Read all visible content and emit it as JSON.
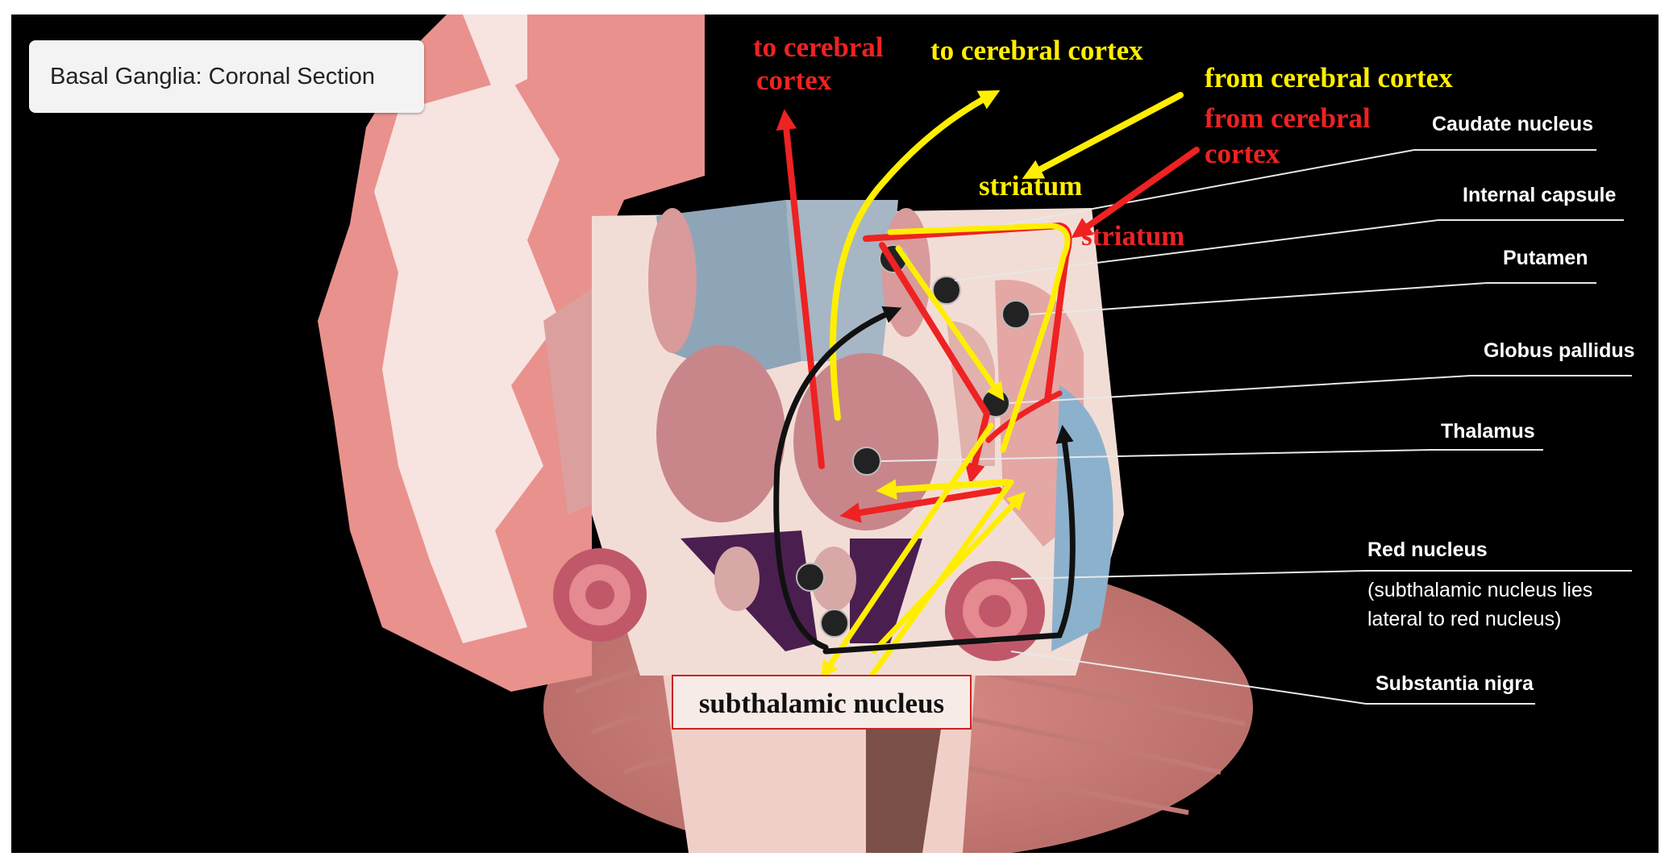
{
  "title": "Basal Ganglia: Coronal Section",
  "labels": {
    "caudate_nucleus": "Caudate nucleus",
    "internal_capsule": "Internal capsule",
    "putamen": "Putamen",
    "globus_pallidus": "Globus pallidus",
    "thalamus": "Thalamus",
    "red_nucleus": "Red nucleus",
    "red_nucleus_note_1": "(subthalamic nucleus lies",
    "red_nucleus_note_2": "lateral to red nucleus)",
    "substantia_nigra": "Substantia nigra"
  },
  "annotations": {
    "to_cortex_red_1": "to cerebral",
    "to_cortex_red_2": "cortex",
    "to_cortex_yellow": "to cerebral cortex",
    "from_cortex_yellow": "from cerebral cortex",
    "from_cortex_red_1": "from cerebral",
    "from_cortex_red_2": "cortex",
    "striatum_yellow": "striatum",
    "striatum_red": "striatum",
    "subthalamic_nucleus": "subthalamic nucleus"
  },
  "colors": {
    "background": "#000000",
    "direct_pathway": "#ee2222",
    "indirect_pathway": "#ffee00",
    "nigrostriatal": "#111111",
    "tissue_pink": "#f0a5a0",
    "white_matter": "#f7e6e3"
  }
}
